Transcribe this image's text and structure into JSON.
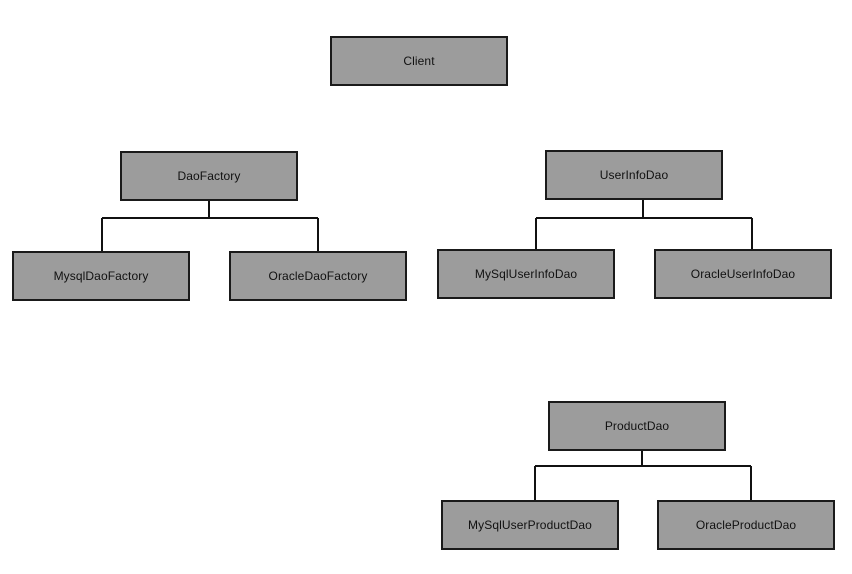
{
  "diagram": {
    "nodes": {
      "client": "Client",
      "daofactory": "DaoFactory",
      "mysqldaofactory": "MysqlDaoFactory",
      "oracledaofactory": "OracleDaoFactory",
      "userinfodao": "UserInfoDao",
      "mysqluserinfodao": "MySqlUserInfoDao",
      "oracleuserinfodao": "OracleUserInfoDao",
      "productdao": "ProductDao",
      "mysqluserproductdao": "MySqlUserProductDao",
      "oracleproductdao": "OracleProductDao"
    },
    "hierarchies": [
      {
        "parent": "DaoFactory",
        "children": [
          "MysqlDaoFactory",
          "OracleDaoFactory"
        ]
      },
      {
        "parent": "UserInfoDao",
        "children": [
          "MySqlUserInfoDao",
          "OracleUserInfoDao"
        ]
      },
      {
        "parent": "ProductDao",
        "children": [
          "MySqlUserProductDao",
          "OracleProductDao"
        ]
      }
    ],
    "colors": {
      "node_fill": "#9c9c9c",
      "node_border": "#1a1a1a",
      "connector": "#111111",
      "background": "#ffffff"
    }
  }
}
